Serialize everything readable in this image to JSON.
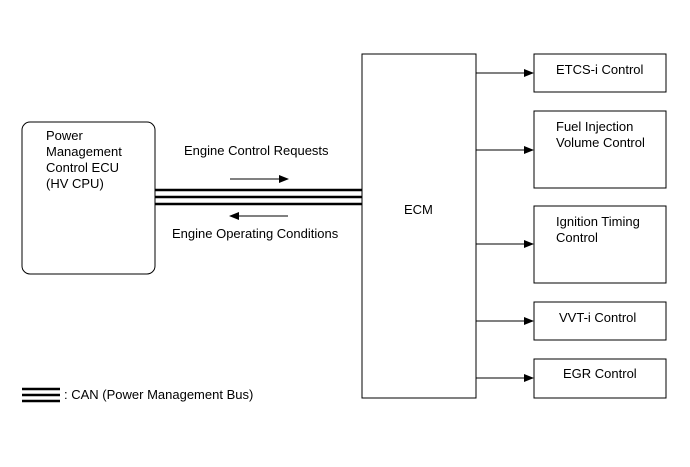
{
  "source_ecu": {
    "name": "Power\nManagement\nControl ECU\n(HV CPU)"
  },
  "link": {
    "request_label": "Engine Control Requests",
    "condition_label": "Engine Operating Conditions"
  },
  "ecm": {
    "label": "ECM"
  },
  "controls": [
    {
      "label": "ETCS-i Control"
    },
    {
      "label": "Fuel Injection\nVolume Control"
    },
    {
      "label": "Ignition Timing\nControl"
    },
    {
      "label": "VVT-i Control"
    },
    {
      "label": "EGR Control"
    }
  ],
  "legend": {
    "label": ": CAN (Power Management Bus)"
  }
}
